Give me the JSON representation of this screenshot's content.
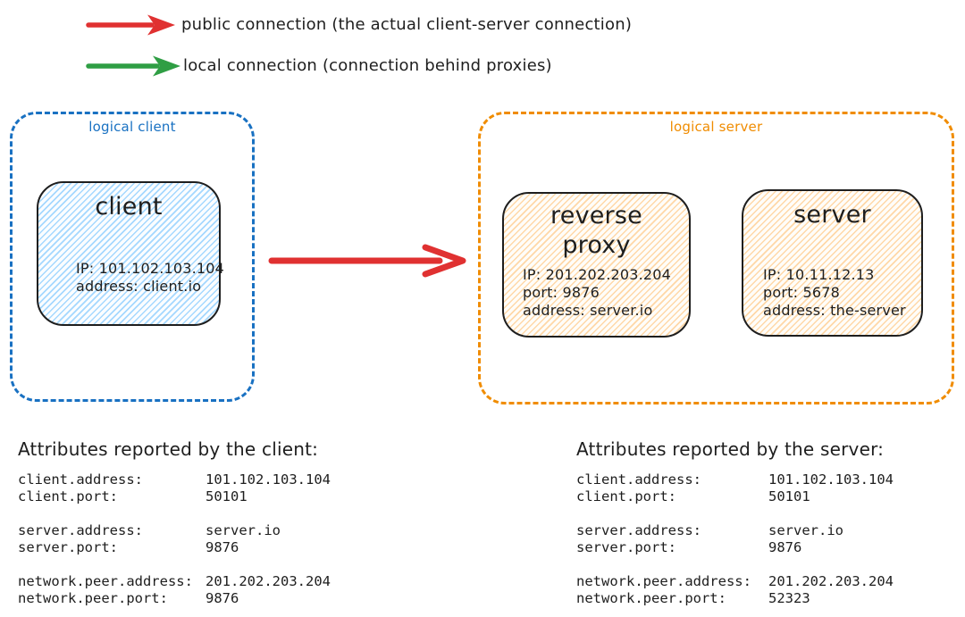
{
  "legend": {
    "items": [
      {
        "icon": "arrow-right",
        "color": "#e03131",
        "label": "public connection (the actual client-server connection)"
      },
      {
        "icon": "arrow-right",
        "color": "#2f9e44",
        "label": "local connection (connection behind proxies)"
      }
    ]
  },
  "logical_client": {
    "label": "logical client",
    "accent": "#1971c2",
    "node": {
      "title": "client",
      "details": [
        "IP: 101.102.103.104",
        "address: client.io"
      ]
    }
  },
  "connection": {
    "type": "public",
    "color": "#e03131"
  },
  "logical_server": {
    "label": "logical server",
    "accent": "#f08c00",
    "nodes": [
      {
        "title": "reverse proxy",
        "details": [
          "IP: 201.202.203.204",
          "port: 9876",
          "address: server.io"
        ]
      },
      {
        "title": "server",
        "details": [
          "IP: 10.11.12.13",
          "port: 5678",
          "address: the-server"
        ]
      }
    ]
  },
  "client_attributes": {
    "heading": "Attributes reported by the client:",
    "rows": [
      {
        "label": "client.address:",
        "value": "101.102.103.104"
      },
      {
        "label": "client.port:",
        "value": "50101"
      },
      {
        "label": "server.address:",
        "value": "server.io"
      },
      {
        "label": "server.port:",
        "value": "9876"
      },
      {
        "label": "network.peer.address:",
        "value": "201.202.203.204"
      },
      {
        "label": "network.peer.port:",
        "value": "9876"
      }
    ]
  },
  "server_attributes": {
    "heading": "Attributes reported by the server:",
    "rows": [
      {
        "label": "client.address:",
        "value": "101.102.103.104"
      },
      {
        "label": "client.port:",
        "value": "50101"
      },
      {
        "label": "server.address:",
        "value": "server.io"
      },
      {
        "label": "server.port:",
        "value": "9876"
      },
      {
        "label": "network.peer.address:",
        "value": "201.202.203.204"
      },
      {
        "label": "network.peer.port:",
        "value": "52323"
      }
    ]
  }
}
